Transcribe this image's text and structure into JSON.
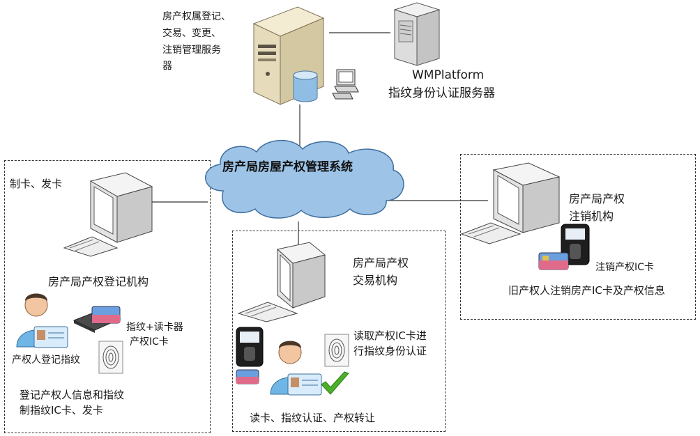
{
  "server": {
    "label_lines": [
      "房产权属登记、",
      "交易、变更、",
      "注销管理服务",
      "器"
    ]
  },
  "wm": {
    "name": "WMPlatform",
    "desc": "指纹身份认证服务器"
  },
  "cloud": {
    "label": "房产局房屋产权管理系统"
  },
  "left": {
    "top_label": "制卡、发卡",
    "org": "房产局产权登记机构",
    "reader_label": "指纹+读卡器",
    "card_label": "产权IC卡",
    "person_label": "产权人登记指纹",
    "bottom_lines": [
      "登记产权人信息和指纹",
      "制指纹IC卡、发卡"
    ]
  },
  "middle": {
    "org_lines": [
      "房产局产权",
      "交易机构"
    ],
    "read_lines": [
      "读取产权IC卡进",
      "行指纹身份认证"
    ],
    "bottom": "读卡、指纹认证、产权转让"
  },
  "right": {
    "org_lines": [
      "房产局产权",
      "注销机构"
    ],
    "card_label": "注销产权IC卡",
    "desc": "旧产权人注销房产IC卡及产权信息"
  },
  "colors": {
    "cloud_fill": "#9dc3e6",
    "cloud_stroke": "#3f6f9f",
    "border": "#333333",
    "check": "#4caf2a"
  }
}
